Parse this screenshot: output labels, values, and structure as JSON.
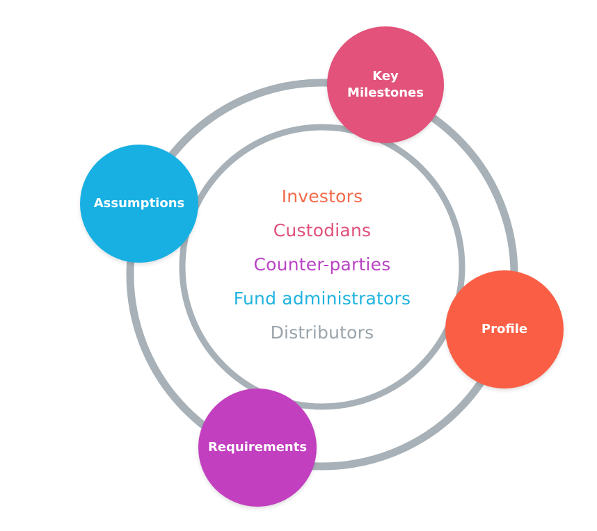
{
  "diagram": {
    "center_items": [
      {
        "label": "Investors",
        "color": "#f26a4b"
      },
      {
        "label": "Custodians",
        "color": "#e0507a"
      },
      {
        "label": "Counter-parties",
        "color": "#b944c4"
      },
      {
        "label": "Fund administrators",
        "color": "#1fb3df"
      },
      {
        "label": "Distributors",
        "color": "#9aa4ab"
      }
    ],
    "nodes": {
      "key_milestones": {
        "label": "Key\nMilestones",
        "color": "#e2527a"
      },
      "assumptions": {
        "label": "Assumptions",
        "color": "#18b0e3"
      },
      "profile": {
        "label": "Profile",
        "color": "#fa5f45"
      },
      "requirements": {
        "label": "Requirements",
        "color": "#c23fbf"
      }
    },
    "ring_color": "#a7b1b7"
  }
}
